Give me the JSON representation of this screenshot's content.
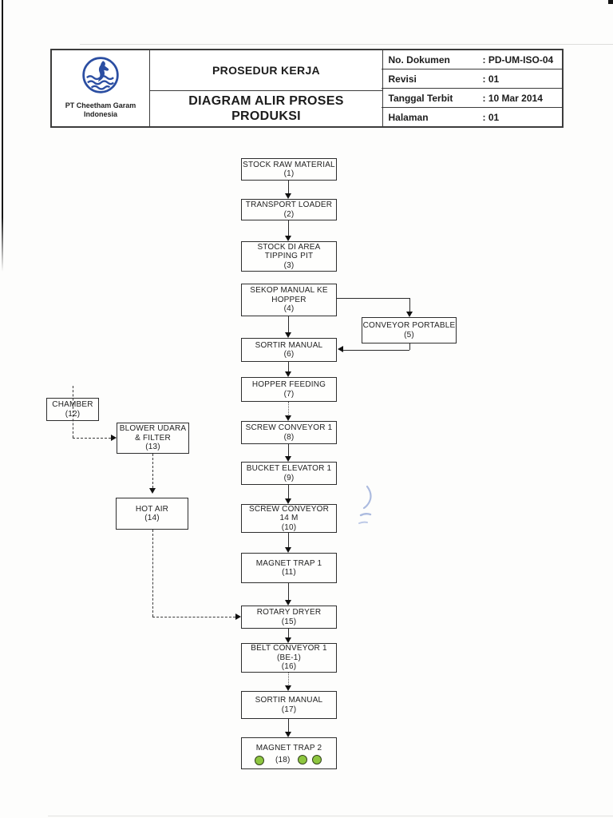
{
  "colors": {
    "accent_blue": "#2b4ea2",
    "dot_green": "#8dc63f",
    "ink": "#1c1c1c"
  },
  "header": {
    "logo_icon": "cheetham-waves-figure-logo",
    "company_line1": "PT Cheetham Garam",
    "company_line2": "Indonesia",
    "doc_type": "PROSEDUR KERJA",
    "title_line1": "DIAGRAM ALIR PROSES",
    "title_line2": "PRODUKSI",
    "meta": [
      {
        "label": "No. Dokumen",
        "value": ": PD-UM-ISO-04"
      },
      {
        "label": "Revisi",
        "value": ": 01"
      },
      {
        "label": "Tanggal Terbit",
        "value": ": 10 Mar 2014"
      },
      {
        "label": "Halaman",
        "value": ": 01"
      }
    ]
  },
  "flowchart": {
    "nodes": [
      {
        "id": 1,
        "lines": [
          "STOCK RAW MATERIAL",
          "(1)"
        ]
      },
      {
        "id": 2,
        "lines": [
          "TRANSPORT LOADER",
          "(2)"
        ]
      },
      {
        "id": 3,
        "lines": [
          "STOCK DI AREA",
          "TIPPING PIT",
          "(3)"
        ]
      },
      {
        "id": 4,
        "lines": [
          "SEKOP MANUAL KE",
          "HOPPER",
          "(4)"
        ]
      },
      {
        "id": 5,
        "lines": [
          "CONVEYOR PORTABLE",
          "(5)"
        ]
      },
      {
        "id": 6,
        "lines": [
          "SORTIR MANUAL",
          "(6)"
        ]
      },
      {
        "id": 7,
        "lines": [
          "HOPPER FEEDING",
          "(7)"
        ]
      },
      {
        "id": 8,
        "lines": [
          "SCREW CONVEYOR 1",
          "(8)"
        ]
      },
      {
        "id": 9,
        "lines": [
          "BUCKET ELEVATOR 1",
          "(9)"
        ]
      },
      {
        "id": 10,
        "lines": [
          "SCREW CONVEYOR",
          "14 M",
          "(10)"
        ]
      },
      {
        "id": 11,
        "lines": [
          "MAGNET TRAP 1",
          "(11)"
        ]
      },
      {
        "id": 12,
        "lines": [
          "CHAMBER",
          "(12)"
        ]
      },
      {
        "id": 13,
        "lines": [
          "BLOWER UDARA",
          "& FILTER",
          "(13)"
        ]
      },
      {
        "id": 14,
        "lines": [
          "HOT AIR",
          "(14)"
        ]
      },
      {
        "id": 15,
        "lines": [
          "ROTARY DRYER",
          "(15)"
        ]
      },
      {
        "id": 16,
        "lines": [
          "BELT CONVEYOR 1",
          "(BE-1)",
          "(16)"
        ]
      },
      {
        "id": 17,
        "lines": [
          "SORTIR MANUAL",
          "(17)"
        ]
      },
      {
        "id": 18,
        "lines": [
          "MAGNET TRAP 2",
          "(18)"
        ],
        "indicator_dots": 3
      }
    ]
  }
}
